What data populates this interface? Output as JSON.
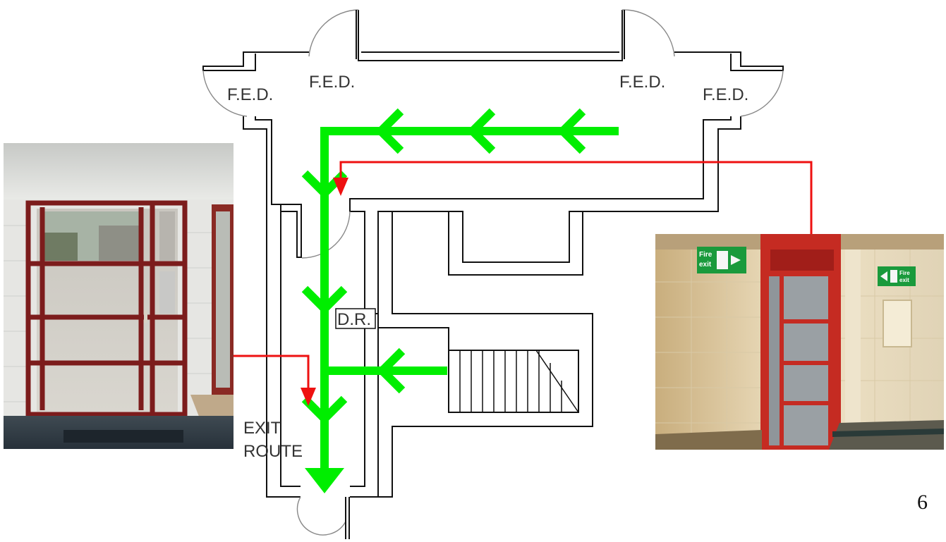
{
  "labels": {
    "fed_1": "F.E.D.",
    "fed_2": "F.E.D.",
    "fed_3": "F.E.D.",
    "fed_4": "F.E.D.",
    "dr": "D.R.",
    "exit_line1": "EXIT",
    "exit_line2": "ROUTE"
  },
  "photos": {
    "left": "exit-door-photo",
    "right": "fire-door-photo",
    "fire_sign_line1": "Fire",
    "fire_sign_line2": "exit"
  },
  "page_number": "6",
  "colors": {
    "route": "#00ee00",
    "pointer": "#ee1111",
    "wall": "#111111",
    "door_frame": "#8a1a1a",
    "fire_door": "#c62a22",
    "sign": "#1a9a3c"
  }
}
